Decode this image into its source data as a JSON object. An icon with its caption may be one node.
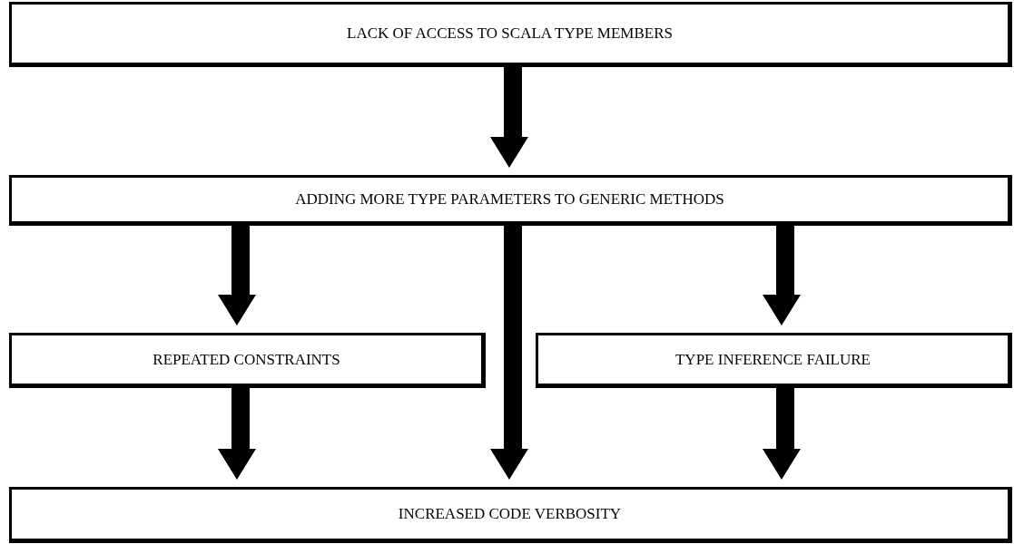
{
  "diagram": {
    "nodes": [
      {
        "text": [
          "LACK OF ACCESS TO SCALA TYPE MEMBERS"
        ]
      },
      {
        "text": [
          "ADDING MORE TYPE PARAMETERS TO GENERIC METHODS"
        ]
      },
      {
        "text": [
          "REPEATED CONSTRAINTS"
        ]
      },
      {
        "text": [
          "TYPE INFERENCE FAILURE"
        ]
      },
      {
        "text": [
          "INCREASED CODE VERBOSITY"
        ]
      }
    ],
    "edges": [
      {
        "from": 0,
        "to": 1,
        "arrow": "to"
      },
      {
        "from": 1,
        "to": 2,
        "arrow": "to"
      },
      {
        "from": 1,
        "to": 4,
        "arrow": "to"
      },
      {
        "from": 1,
        "to": 3,
        "arrow": "to"
      },
      {
        "from": 2,
        "to": 4,
        "arrow": "to"
      },
      {
        "from": 3,
        "to": 4,
        "arrow": "to"
      }
    ]
  }
}
